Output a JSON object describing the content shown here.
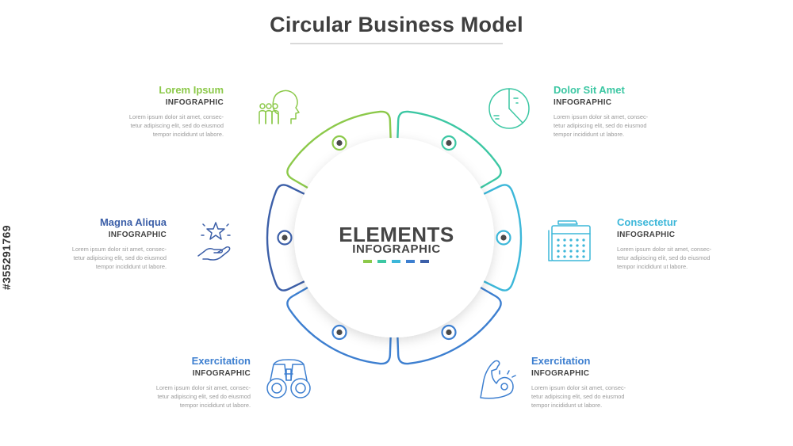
{
  "title": "Circular Business Model",
  "center": {
    "title": "ELEMENTS",
    "subtitle": "INFOGRAPHIC",
    "dash_colors": [
      "#8cc94a",
      "#3cc7a3",
      "#3cb7d9",
      "#3d7fd0",
      "#3c5fa8"
    ]
  },
  "steps": [
    {
      "label": "Lorem Ipsum",
      "sub": "INFOGRAPHIC",
      "color": "#8cc94a",
      "icon": "people-head-icon",
      "desc": [
        "Lorem ipsum dolor sit amet, consec-",
        "tetur adipiscing elit, sed do eiusmod",
        "tempor incididunt ut labore."
      ]
    },
    {
      "label": "Dolor Sit Amet",
      "sub": "INFOGRAPHIC",
      "color": "#3cc7a3",
      "icon": "pie-chart-icon",
      "desc": [
        "Lorem ipsum dolor sit amet, consec-",
        "tetur adipiscing elit, sed do eiusmod",
        "tempor incididunt ut labore."
      ]
    },
    {
      "label": "Consectetur",
      "sub": "INFOGRAPHIC",
      "color": "#3cb7d9",
      "icon": "calendar-icon",
      "desc": [
        "Lorem ipsum dolor sit amet, consec-",
        "tetur adipiscing elit, sed do eiusmod",
        "tempor incididunt ut labore."
      ]
    },
    {
      "label": "Exercitation",
      "sub": "INFOGRAPHIC",
      "color": "#3d7fd0",
      "icon": "strong-arm-icon",
      "desc": [
        "Lorem ipsum dolor sit amet, consec-",
        "tetur adipiscing elit, sed do eiusmod",
        "tempor incididunt ut labore."
      ]
    },
    {
      "label": "Exercitation",
      "sub": "INFOGRAPHIC",
      "color": "#3d7fd0",
      "icon": "binoculars-icon",
      "desc": [
        "Lorem ipsum dolor sit amet, consec-",
        "tetur adipiscing elit, sed do eiusmod",
        "tempor incididunt ut labore."
      ]
    },
    {
      "label": "Magna Aliqua",
      "sub": "INFOGRAPHIC",
      "color": "#3c5fa8",
      "icon": "star-hand-icon",
      "desc": [
        "Lorem ipsum dolor sit amet, consec-",
        "tetur adipiscing elit, sed do eiusmod",
        "tempor incididunt ut labore."
      ]
    }
  ],
  "watermark_id": "#355291769"
}
